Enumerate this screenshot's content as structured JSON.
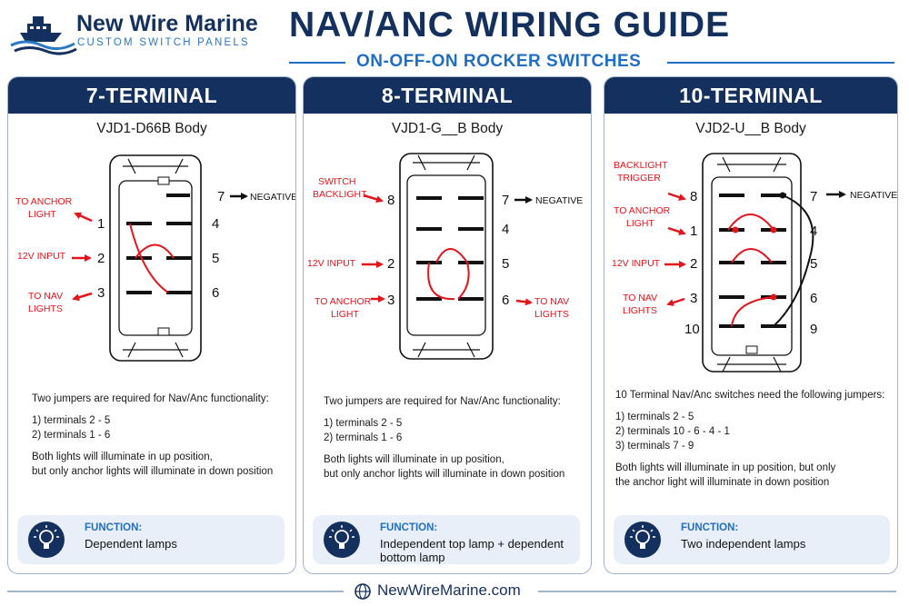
{
  "brand": {
    "name": "New Wire Marine",
    "tagline": "CUSTOM SWITCH PANELS"
  },
  "header": {
    "title": "NAV/ANC WIRING GUIDE",
    "subtitle": "ON-OFF-ON ROCKER SWITCHES"
  },
  "colors": {
    "navy": "#14305e",
    "accent_blue": "#1f6fc4",
    "wire_red": "#e3141b",
    "function_bg": "#e8eff8"
  },
  "panels": [
    {
      "heading": "7-TERMINAL",
      "body": "VJD1-D66B Body",
      "terminals": {
        "t1": "1",
        "t2": "2",
        "t3": "3",
        "t4": "4",
        "t5": "5",
        "t6": "6",
        "t7": "7"
      },
      "labels": {
        "anchor": [
          "TO ANCHOR",
          "LIGHT"
        ],
        "input": "12V INPUT",
        "nav": [
          "TO NAV",
          "LIGHTS"
        ],
        "negative": "NEGATIVE"
      },
      "intro": "Two jumpers are required for Nav/Anc functionality:",
      "jumpers": [
        "1) terminals 2 - 5",
        "2) terminals 1 - 6"
      ],
      "note": [
        "Both lights will illuminate in up position,",
        "but only anchor lights will illuminate in down position"
      ],
      "function_label": "FUNCTION:",
      "function_value": "Dependent lamps"
    },
    {
      "heading": "8-TERMINAL",
      "body": "VJD1-G__B Body",
      "terminals": {
        "t2": "2",
        "t3": "3",
        "t4": "4",
        "t5": "5",
        "t6": "6",
        "t7": "7",
        "t8": "8"
      },
      "labels": {
        "backlight": [
          "SWITCH",
          "BACKLIGHT"
        ],
        "input": "12V INPUT",
        "anchor": [
          "TO ANCHOR",
          "LIGHT"
        ],
        "nav": [
          "TO NAV",
          "LIGHTS"
        ],
        "negative": "NEGATIVE"
      },
      "intro": "Two jumpers are required for Nav/Anc functionality:",
      "jumpers": [
        "1) terminals 2 - 5",
        "2) terminals 1 - 6"
      ],
      "note": [
        "Both lights will illuminate in up position,",
        "but only anchor lights will illuminate in down position"
      ],
      "function_label": "FUNCTION:",
      "function_value": "Independent top lamp + dependent bottom lamp"
    },
    {
      "heading": "10-TERMINAL",
      "body": "VJD2-U__B Body",
      "terminals": {
        "t1": "1",
        "t2": "2",
        "t3": "3",
        "t4": "4",
        "t5": "5",
        "t6": "6",
        "t7": "7",
        "t8": "8",
        "t9": "9",
        "t10": "10"
      },
      "labels": {
        "backlight": [
          "BACKLIGHT",
          "TRIGGER"
        ],
        "anchor": [
          "TO ANCHOR",
          "LIGHT"
        ],
        "input": "12V INPUT",
        "nav": [
          "TO NAV",
          "LIGHTS"
        ],
        "negative": "NEGATIVE"
      },
      "intro": "10 Terminal Nav/Anc switches need the following jumpers:",
      "jumpers": [
        "1) terminals 2 - 5",
        "2) terminals 10 - 6 - 4 - 1",
        "3) terminals 7 - 9"
      ],
      "note": [
        "Both lights will illuminate in up position,  but only",
        "the anchor light will illuminate in down position"
      ],
      "function_label": "FUNCTION:",
      "function_value": "Two independent lamps"
    }
  ],
  "footer": {
    "url": "NewWireMarine.com"
  }
}
